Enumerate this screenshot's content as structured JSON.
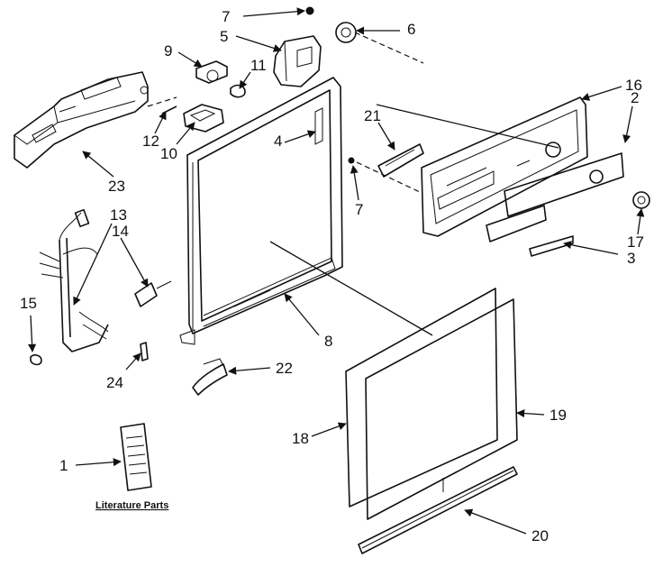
{
  "callouts": {
    "c1": "1",
    "c2": "2",
    "c3": "3",
    "c4": "4",
    "c5": "5",
    "c6": "6",
    "c7a": "7",
    "c7b": "7",
    "c8": "8",
    "c9": "9",
    "c10": "10",
    "c11": "11",
    "c12": "12",
    "c13": "13",
    "c14": "14",
    "c15": "15",
    "c16": "16",
    "c17": "17",
    "c18": "18",
    "c19": "19",
    "c20": "20",
    "c21": "21",
    "c22": "22",
    "c23": "23",
    "c24": "24"
  },
  "literature_label": "Literature Parts"
}
